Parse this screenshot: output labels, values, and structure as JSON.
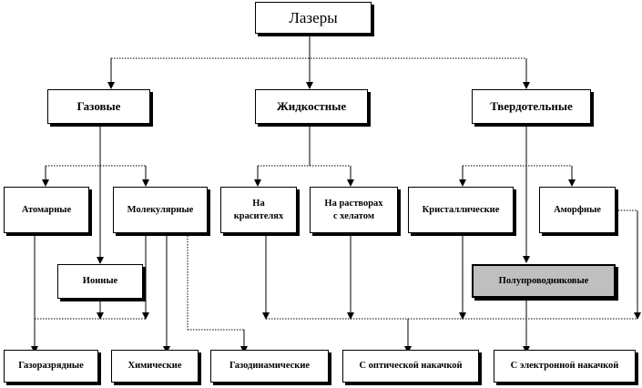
{
  "nodes": {
    "root": "Лазеры",
    "gas": "Газовые",
    "liquid": "Жидкостные",
    "solid": "Твердотельные",
    "atomic": "Атомарные",
    "molecular": "Молекулярные",
    "ionic": "Ионные",
    "dye_line1": "На",
    "dye_line2": "красителях",
    "chelate_line1": "На растворах",
    "chelate_line2": "с хелатом",
    "crystal": "Кристаллические",
    "amorphous": "Аморфные",
    "semiconductor": "Полупроводниковые",
    "gas_discharge": "Газоразрядные",
    "chemical": "Химические",
    "gas_dynamic": "Газодинамические",
    "optical_pump": "С оптической накачкой",
    "electron_pump": "С электронной накачкой"
  },
  "colors": {
    "line": "#000000",
    "highlight": "#bfbfbf",
    "background": "#ffffff"
  }
}
